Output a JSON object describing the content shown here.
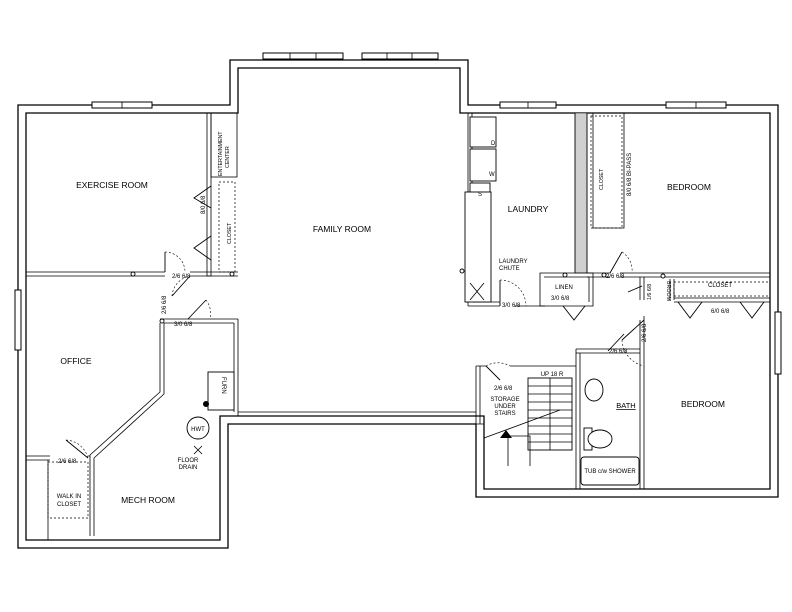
{
  "rooms": {
    "exercise_room": "EXERCISE ROOM",
    "family_room": "FAMILY ROOM",
    "laundry": "LAUNDRY",
    "bedroom_1": "BEDROOM",
    "bedroom_2": "BEDROOM",
    "office": "OFFICE",
    "mech_room": "MECH ROOM",
    "bath": "BATH"
  },
  "labels": {
    "entertainment_line1": "ENTERTAINMENT",
    "entertainment_line2": "CENTER",
    "closet_exercise": "CLOSET",
    "closet_bed1": "CLOSET",
    "closet_bed2": "CLOSET",
    "linen": "LINEN",
    "laundry_chute_1": "LAUNDRY",
    "laundry_chute_2": "CHUTE",
    "walkin_1": "WALK IN",
    "walkin_2": "CLOSET",
    "storage_1": "STORAGE",
    "storage_2": "UNDER",
    "storage_3": "STAIRS",
    "stairs_up": "UP 18 R",
    "furnace": "FURN",
    "hwt": "HWT",
    "floor_drain_1": "FLOOR",
    "floor_drain_2": "DRAIN",
    "broom": "BROOM",
    "tub": "TUB c/w SHOWER",
    "dryer": "D",
    "washer": "W",
    "sink": "S"
  },
  "door_sizes": {
    "exercise_closet": "8/0 6/8",
    "exercise_door": "2/6 6/8",
    "office_door": "2/6 6/8",
    "mech_door": "3/0 6/8",
    "walkin_door": "2/6 6/8",
    "laundry_door": "3/0 6/8",
    "linen_door": "3/0 6/8",
    "bed1_door": "2/6 6/8",
    "bed1_closet": "8/0 6/8 BI-PASS",
    "broom_door": "1/6 6/8",
    "bed2_closet": "6/0 6/8",
    "bed2_door": "2/6 6/8",
    "bath_door": "2/6 6/8",
    "storage_door": "2/6 6/8"
  }
}
